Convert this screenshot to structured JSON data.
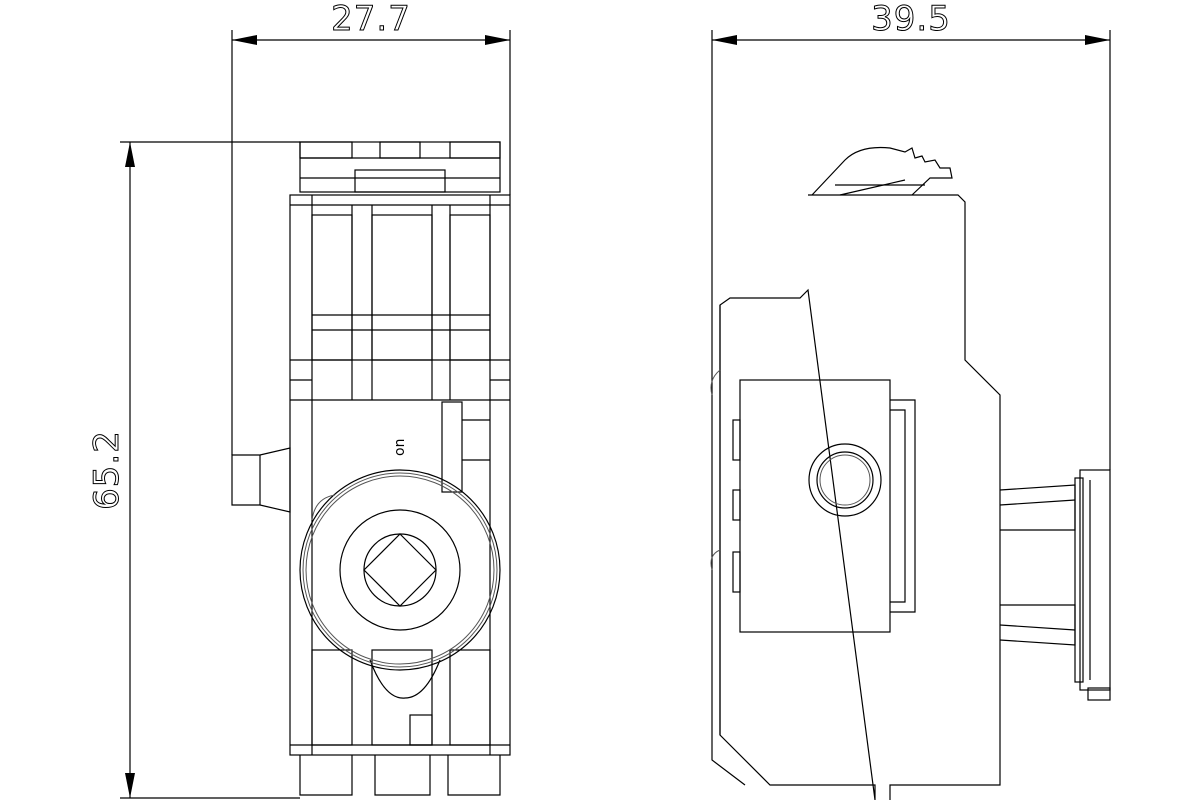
{
  "drawing": {
    "front_view": {
      "width_dimension": "27.7",
      "height_dimension": "65.2",
      "knob_marking": "on"
    },
    "side_view": {
      "depth_dimension": "39.5"
    },
    "line_color": "#000000",
    "background_color": "#ffffff"
  }
}
